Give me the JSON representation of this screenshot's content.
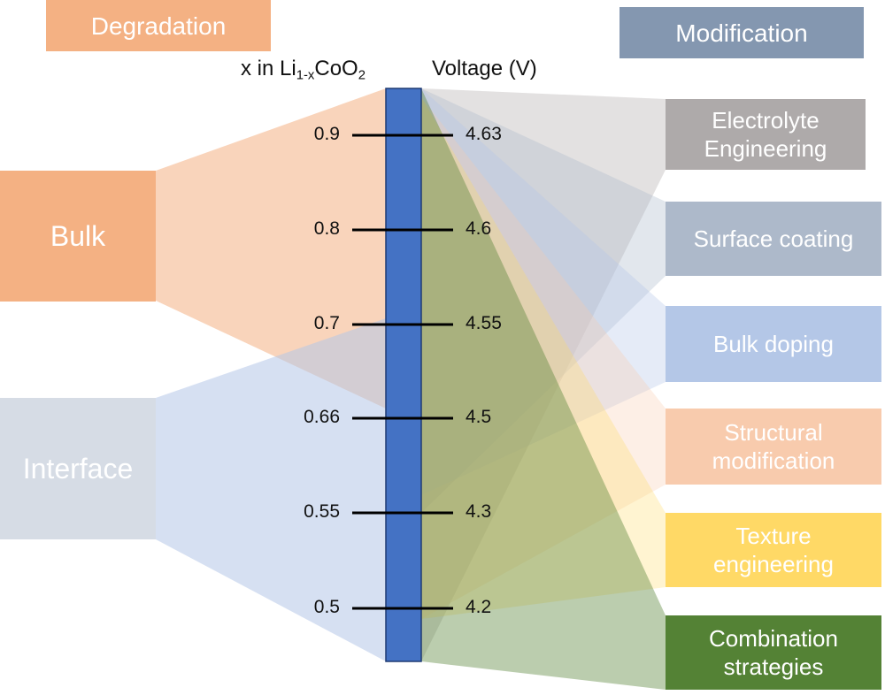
{
  "degradation": {
    "header": "Degradation",
    "bulk_label": "Bulk",
    "interface_label": "Interface"
  },
  "modification": {
    "header": "Modification",
    "items": [
      {
        "line1": "Electrolyte",
        "line2": "Engineering"
      },
      {
        "line1": "Surface coating",
        "line2": ""
      },
      {
        "line1": "Bulk doping",
        "line2": ""
      },
      {
        "line1": "Structural",
        "line2": "modification"
      },
      {
        "line1": "Texture",
        "line2": "engineering"
      },
      {
        "line1": "Combination",
        "line2": "strategies"
      }
    ]
  },
  "axis": {
    "x_label_prefix": "x in Li",
    "x_label_sub": "1-x",
    "x_label_mid": "CoO",
    "x_label_sub2": "2",
    "voltage_label": "Voltage (V)",
    "ticks": [
      {
        "x": "0.9",
        "v": "4.63"
      },
      {
        "x": "0.8",
        "v": "4.6"
      },
      {
        "x": "0.7",
        "v": "4.55"
      },
      {
        "x": "0.66",
        "v": "4.5"
      },
      {
        "x": "0.55",
        "v": "4.3"
      },
      {
        "x": "0.5",
        "v": "4.2"
      }
    ]
  },
  "colors": {
    "bar": "#4472c4",
    "degradation": "#f4b183",
    "bulk": "#f4b183",
    "interface": "#d6dce5",
    "modification": "#8497b0",
    "electrolyte": "#aeaaaa",
    "surface": "#adb9ca",
    "bulk_doping": "#b4c7e7",
    "structural": "#f8cbad",
    "texture": "#ffd966",
    "combination": "#548235"
  }
}
